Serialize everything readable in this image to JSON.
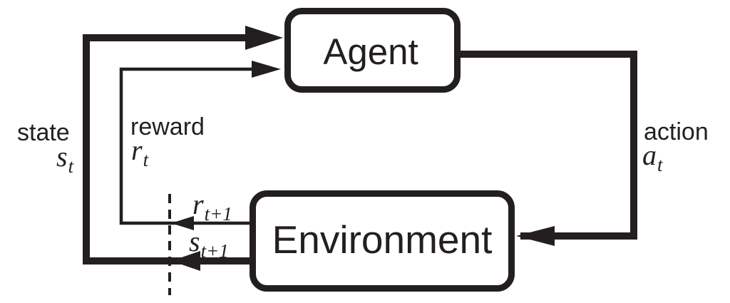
{
  "nodes": {
    "agent": "Agent",
    "environment": "Environment"
  },
  "labels": {
    "state": {
      "word": "state",
      "symbol": "s",
      "sub": "t"
    },
    "reward": {
      "word": "reward",
      "symbol": "r",
      "sub": "t"
    },
    "action": {
      "word": "action",
      "symbol": "a",
      "sub": "t"
    },
    "next_reward": {
      "symbol": "r",
      "sub": "t+1"
    },
    "next_state": {
      "symbol": "s",
      "sub": "t+1"
    }
  },
  "colors": {
    "ink": "#231f20",
    "background": "#ffffff"
  }
}
